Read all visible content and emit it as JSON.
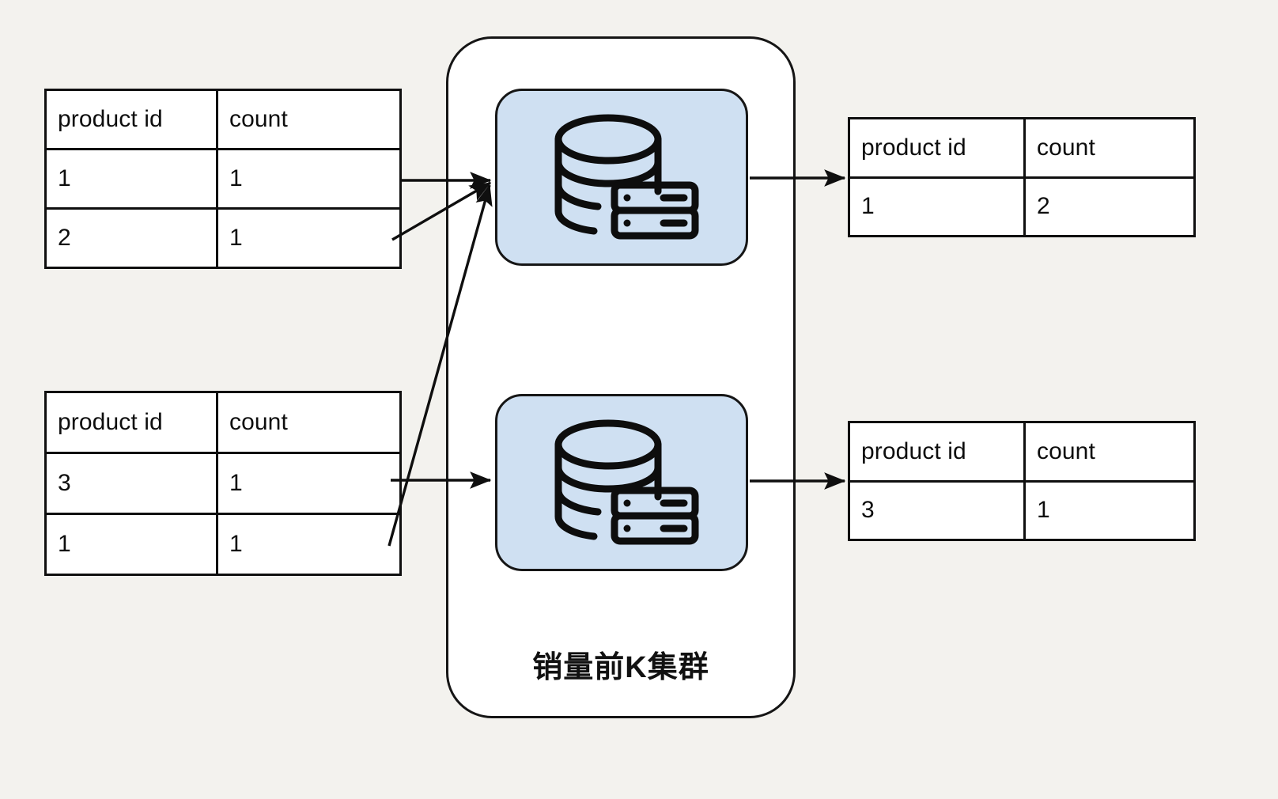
{
  "diagram": {
    "background_color": "#f3f2ee",
    "line_color": "#0f0f0f",
    "node_fill_color": "#cfe0f2",
    "container_fill_color": "#ffffff"
  },
  "tables": {
    "source_1": {
      "name": "source-table-1",
      "headers": [
        "product id",
        "count"
      ],
      "rows": [
        [
          "1",
          "1"
        ],
        [
          "2",
          "1"
        ]
      ]
    },
    "source_2": {
      "name": "source-table-2",
      "headers": [
        "product id",
        "count"
      ],
      "rows": [
        [
          "3",
          "1"
        ],
        [
          "1",
          "1"
        ]
      ]
    },
    "result_1": {
      "name": "result-table-1",
      "headers": [
        "product id",
        "count"
      ],
      "rows": [
        [
          "1",
          "2"
        ]
      ]
    },
    "result_2": {
      "name": "result-table-2",
      "headers": [
        "product id",
        "count"
      ],
      "rows": [
        [
          "3",
          "1"
        ]
      ]
    }
  },
  "cluster": {
    "label": "销量前K集群",
    "nodes": [
      {
        "name": "database-node-1",
        "icon": "database-server-icon"
      },
      {
        "name": "database-node-2",
        "icon": "database-server-icon"
      }
    ]
  },
  "arrows": [
    {
      "name": "arrow-source1-row1-to-node1",
      "from": "source-table-1 row 1",
      "to": "database-node-1"
    },
    {
      "name": "arrow-source1-row2-to-node1",
      "from": "source-table-1 row 2",
      "to": "database-node-1"
    },
    {
      "name": "arrow-source2-row2-to-node1",
      "from": "source-table-2 row 2",
      "to": "database-node-1"
    },
    {
      "name": "arrow-source2-row1-to-node2",
      "from": "source-table-2 row 1",
      "to": "database-node-2"
    },
    {
      "name": "arrow-node1-to-result1",
      "from": "database-node-1",
      "to": "result-table-1"
    },
    {
      "name": "arrow-node2-to-result2",
      "from": "database-node-2",
      "to": "result-table-2"
    }
  ]
}
